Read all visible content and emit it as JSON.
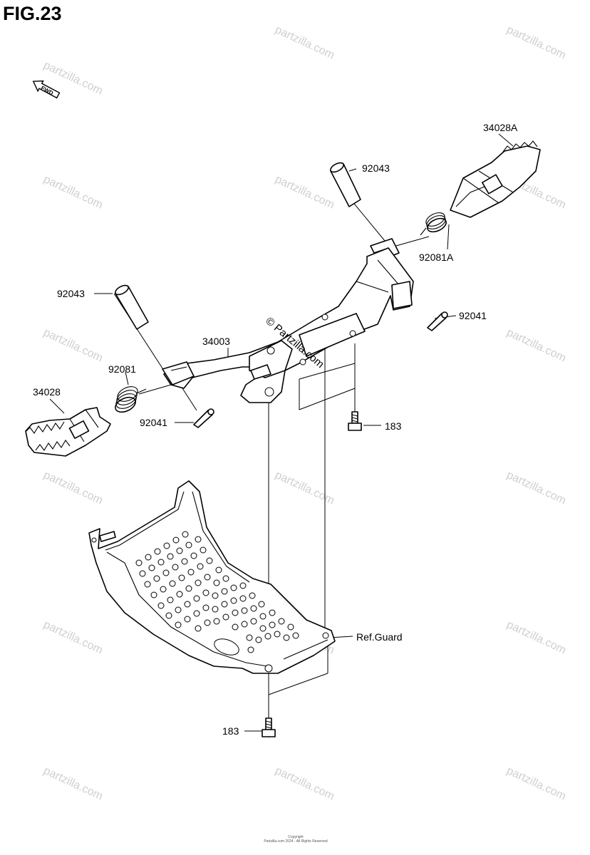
{
  "figure": {
    "title": "FIG.23",
    "direction_mark": "FWD"
  },
  "parts": {
    "p34028A": "34028A",
    "p92043_top": "92043",
    "p92081A": "92081A",
    "p92041_right": "92041",
    "p92043_left": "92043",
    "p34003": "34003",
    "p92081": "92081",
    "p34028": "34028",
    "p92041_left": "92041",
    "p183_top": "183",
    "ref_guard": "Ref.Guard",
    "p183_bottom": "183"
  },
  "watermark": {
    "text": "partzilla.com",
    "center_stamp": "© Partzilla.com"
  },
  "footer": {
    "line1": "Copyright",
    "line2": "Partzilla.com 2024 - All Rights Reserved"
  }
}
